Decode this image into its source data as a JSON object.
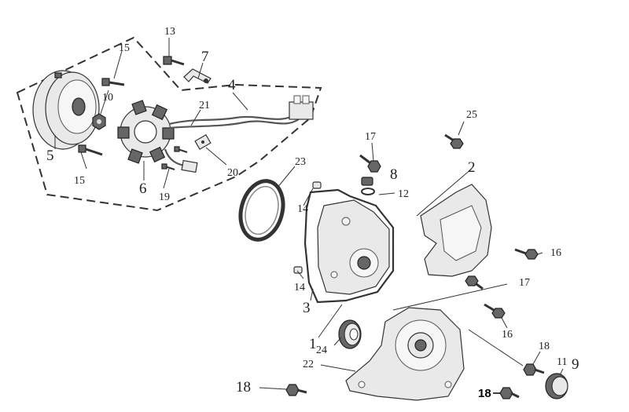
{
  "labels": {
    "p1": "1",
    "p2": "2",
    "p3": "3",
    "p4": "4",
    "p5": "5",
    "p6": "6",
    "p7": "7",
    "p8": "8",
    "p9": "9",
    "p10": "10",
    "p11": "11",
    "p12": "12",
    "p13": "13",
    "p14a": "14",
    "p14b": "14",
    "p15a": "15",
    "p15b": "15",
    "p16a": "16",
    "p16b": "16",
    "p17a": "17",
    "p17b": "17",
    "p18a": "18",
    "p18b": "18",
    "p18c": "18",
    "p19": "19",
    "p20": "20",
    "p21": "21",
    "p22": "22",
    "p23": "23",
    "p24": "24",
    "p25": "25"
  }
}
